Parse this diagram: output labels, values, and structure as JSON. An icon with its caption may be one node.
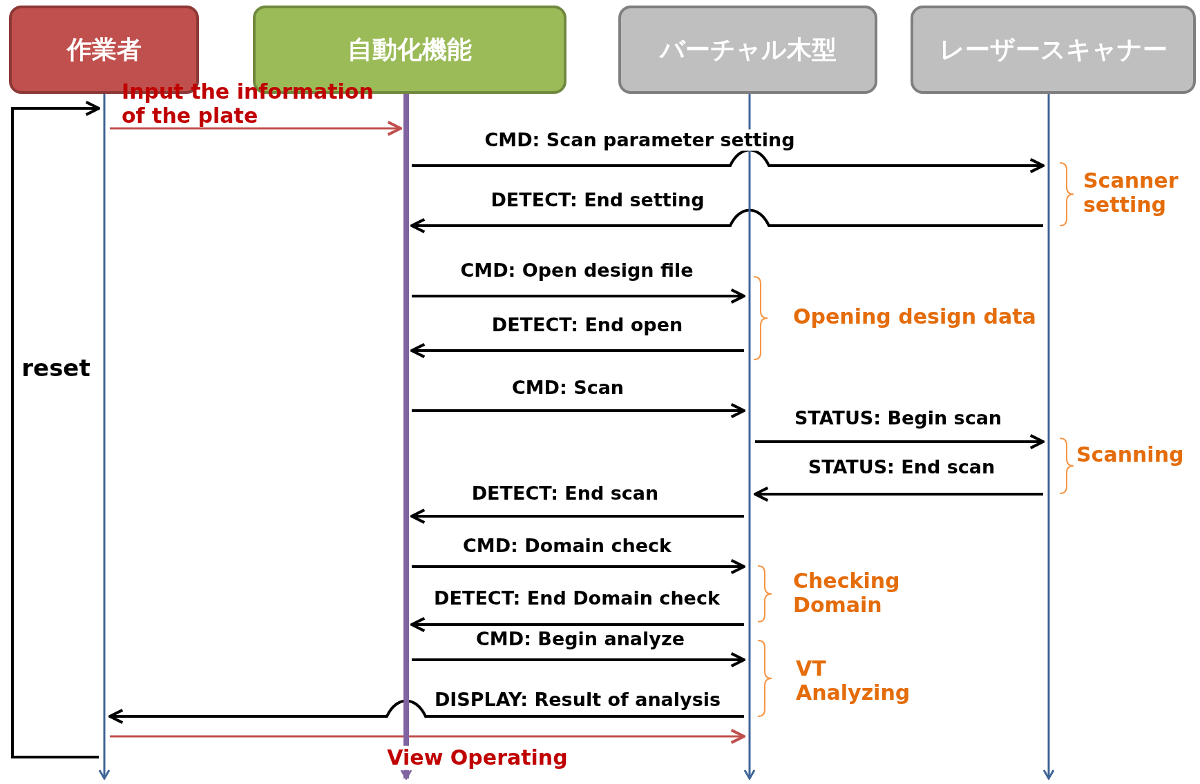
{
  "diagram": {
    "nodes": [
      {
        "text": [
          "作業者"
        ]
      },
      {
        "text": [
          "自動化機能"
        ]
      },
      {
        "text": [
          "バーチャル木型"
        ]
      },
      {
        "text": [
          "レーザースキャナー"
        ]
      },
      {
        "text": [],
        "shape": "bar"
      },
      {
        "text": [],
        "shape": "bar"
      },
      {
        "text": [],
        "shape": "bar"
      },
      {
        "text": [],
        "shape": "bar"
      }
    ],
    "edges": [
      {
        "from": 4,
        "to": 5,
        "arrow": "to",
        "label": "Input the information of the plate",
        "color": "#c0504d"
      },
      {
        "from": 5,
        "to": 7,
        "arrow": "to",
        "label": "CMD: Scan parameter setting"
      },
      {
        "from": 7,
        "to": 5,
        "arrow": "to",
        "label": "DETECT: End setting"
      },
      {
        "from": 5,
        "to": 6,
        "arrow": "to",
        "label": "CMD: Open design file"
      },
      {
        "from": 6,
        "to": 5,
        "arrow": "to",
        "label": "DETECT: End open"
      },
      {
        "from": 5,
        "to": 6,
        "arrow": "to",
        "label": "CMD: Scan"
      },
      {
        "from": 6,
        "to": 7,
        "arrow": "to",
        "label": "STATUS: Begin scan"
      },
      {
        "from": 7,
        "to": 6,
        "arrow": "to",
        "label": "STATUS: End scan"
      },
      {
        "from": 6,
        "to": 5,
        "arrow": "to",
        "label": "DETECT: End scan"
      },
      {
        "from": 5,
        "to": 6,
        "arrow": "to",
        "label": "CMD: Domain check"
      },
      {
        "from": 6,
        "to": 5,
        "arrow": "to",
        "label": "DETECT: End Domain check"
      },
      {
        "from": 5,
        "to": 6,
        "arrow": "to",
        "label": "CMD: Begin analyze"
      },
      {
        "from": 6,
        "to": 4,
        "arrow": "to",
        "label": "DISPLAY: Result of analysis"
      },
      {
        "from": 4,
        "to": 6,
        "arrow": "to",
        "label": "View Operating",
        "color": "#c0504d"
      },
      {
        "from": 4,
        "to": 4,
        "arrow": "to",
        "label": "reset"
      }
    ],
    "labels": [
      "Scanner setting",
      "Opening design data",
      "Scanning",
      "Checking Domain",
      "VT Analyzing"
    ]
  }
}
